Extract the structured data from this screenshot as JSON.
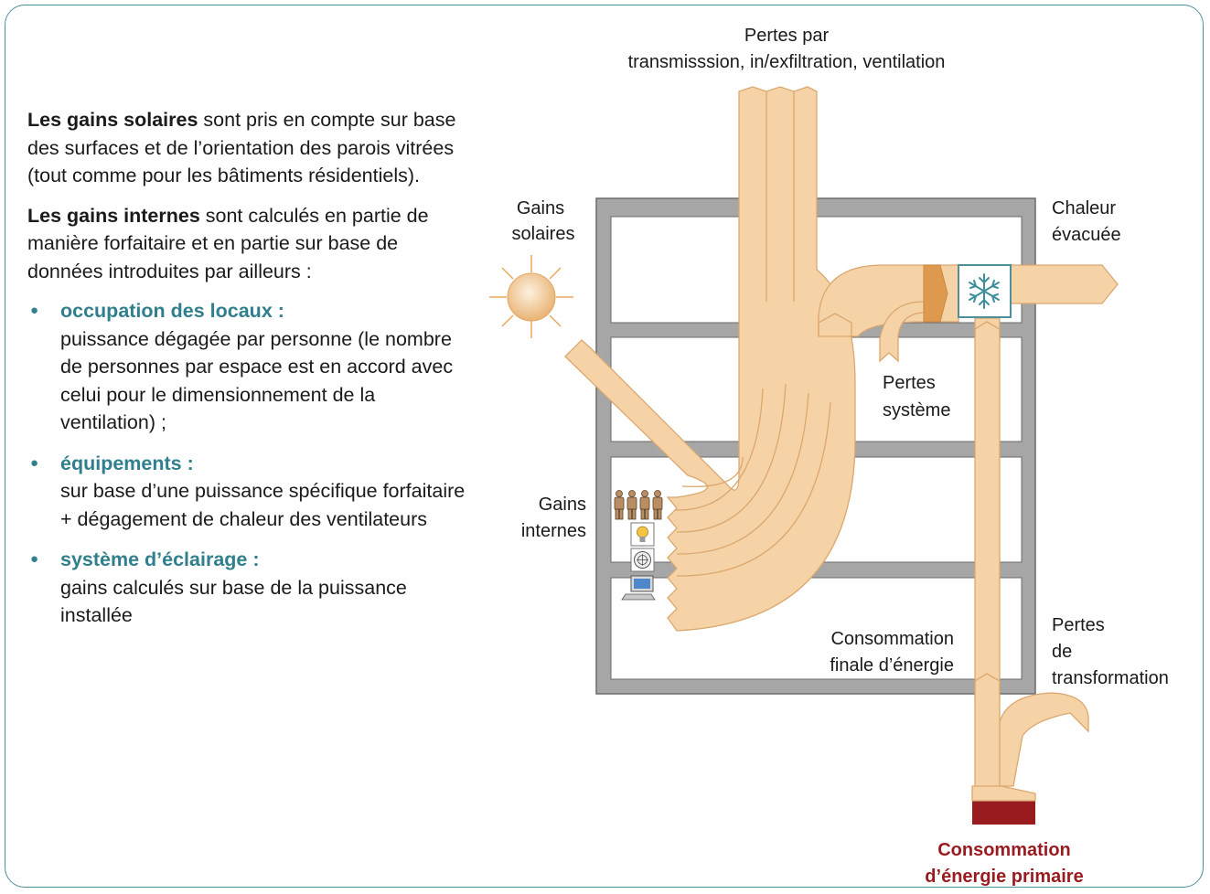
{
  "left_text": {
    "para1_bold": "Les gains solaires",
    "para1_rest": " sont pris en compte sur base des surfaces et de l’orientation des parois vitrées (tout comme pour les bâtiments résidentiels).",
    "para2_bold": "Les gains internes",
    "para2_rest": " sont calculés en partie de manière forfaitaire et en partie sur base de données introduites par ailleurs :",
    "bullets": [
      {
        "title": "occupation des  locaux :",
        "text": "puissance dégagée par personne (le nombre de personnes par espace est en accord avec celui pour le dimensionnement de la ventilation) ;"
      },
      {
        "title": "équipements :",
        "text": "sur base d’une puissance spécifique forfaitaire + dégagement de chaleur des ventilateurs"
      },
      {
        "title": "système d’éclairage :",
        "text": "gains calculés sur base de la puissance installée"
      }
    ]
  },
  "diagram": {
    "pertes_top_1": "Pertes par",
    "pertes_top_2": "transmisssion, in/exfiltration, ventilation",
    "gains_solaires_1": "Gains",
    "gains_solaires_2": "solaires",
    "chaleur_1": "Chaleur",
    "chaleur_2": "évacuée",
    "pertes_systeme_1": "Pertes",
    "pertes_systeme_2": "système",
    "gains_internes_1": "Gains",
    "gains_internes_2": "internes",
    "conso_finale_1": "Consommation",
    "conso_finale_2": "finale d’énergie",
    "pertes_transfo_1": "Pertes",
    "pertes_transfo_2": "de",
    "pertes_transfo_3": "transformation",
    "conso_primaire_1": "Consommation",
    "conso_primaire_2": "d’énergie primaire"
  },
  "colors": {
    "accent_teal": "#2f7f8d",
    "flow_fill": "#f5d3a6",
    "primary_red": "#9a1b1f",
    "building_grey": "#a6a6a6"
  },
  "icons": [
    "sun-icon",
    "snowflake-icon",
    "people-icon",
    "lightbulb-icon",
    "fan-icon",
    "computer-icon"
  ]
}
